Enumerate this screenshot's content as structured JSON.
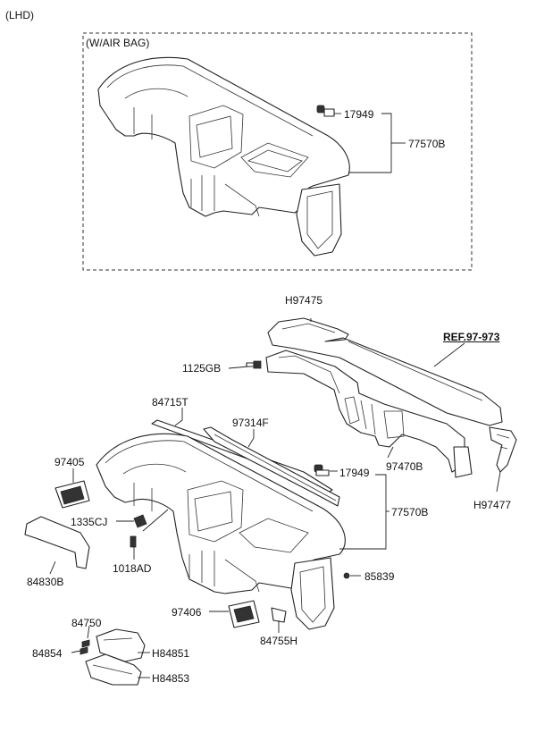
{
  "header": {
    "variant": "(LHD)"
  },
  "airbag_box": {
    "title": "(W/AIR BAG)"
  },
  "callouts": {
    "top_17949": "17949",
    "top_77570B": "77570B",
    "h97475": "H97475",
    "ref": "REF.97-973",
    "c1125GB": "1125GB",
    "c84715T": "84715T",
    "c97314F": "97314F",
    "c97405": "97405",
    "c17949": "17949",
    "c97470B": "97470B",
    "h97477": "H97477",
    "c1335CJ": "1335CJ",
    "c77570B": "77570B",
    "c84830B": "84830B",
    "c1018AD": "1018AD",
    "c85839": "85839",
    "c97406": "97406",
    "c84750": "84750",
    "c84755H": "84755H",
    "c84854": "84854",
    "h84851": "H84851",
    "h84853": "H84853"
  }
}
